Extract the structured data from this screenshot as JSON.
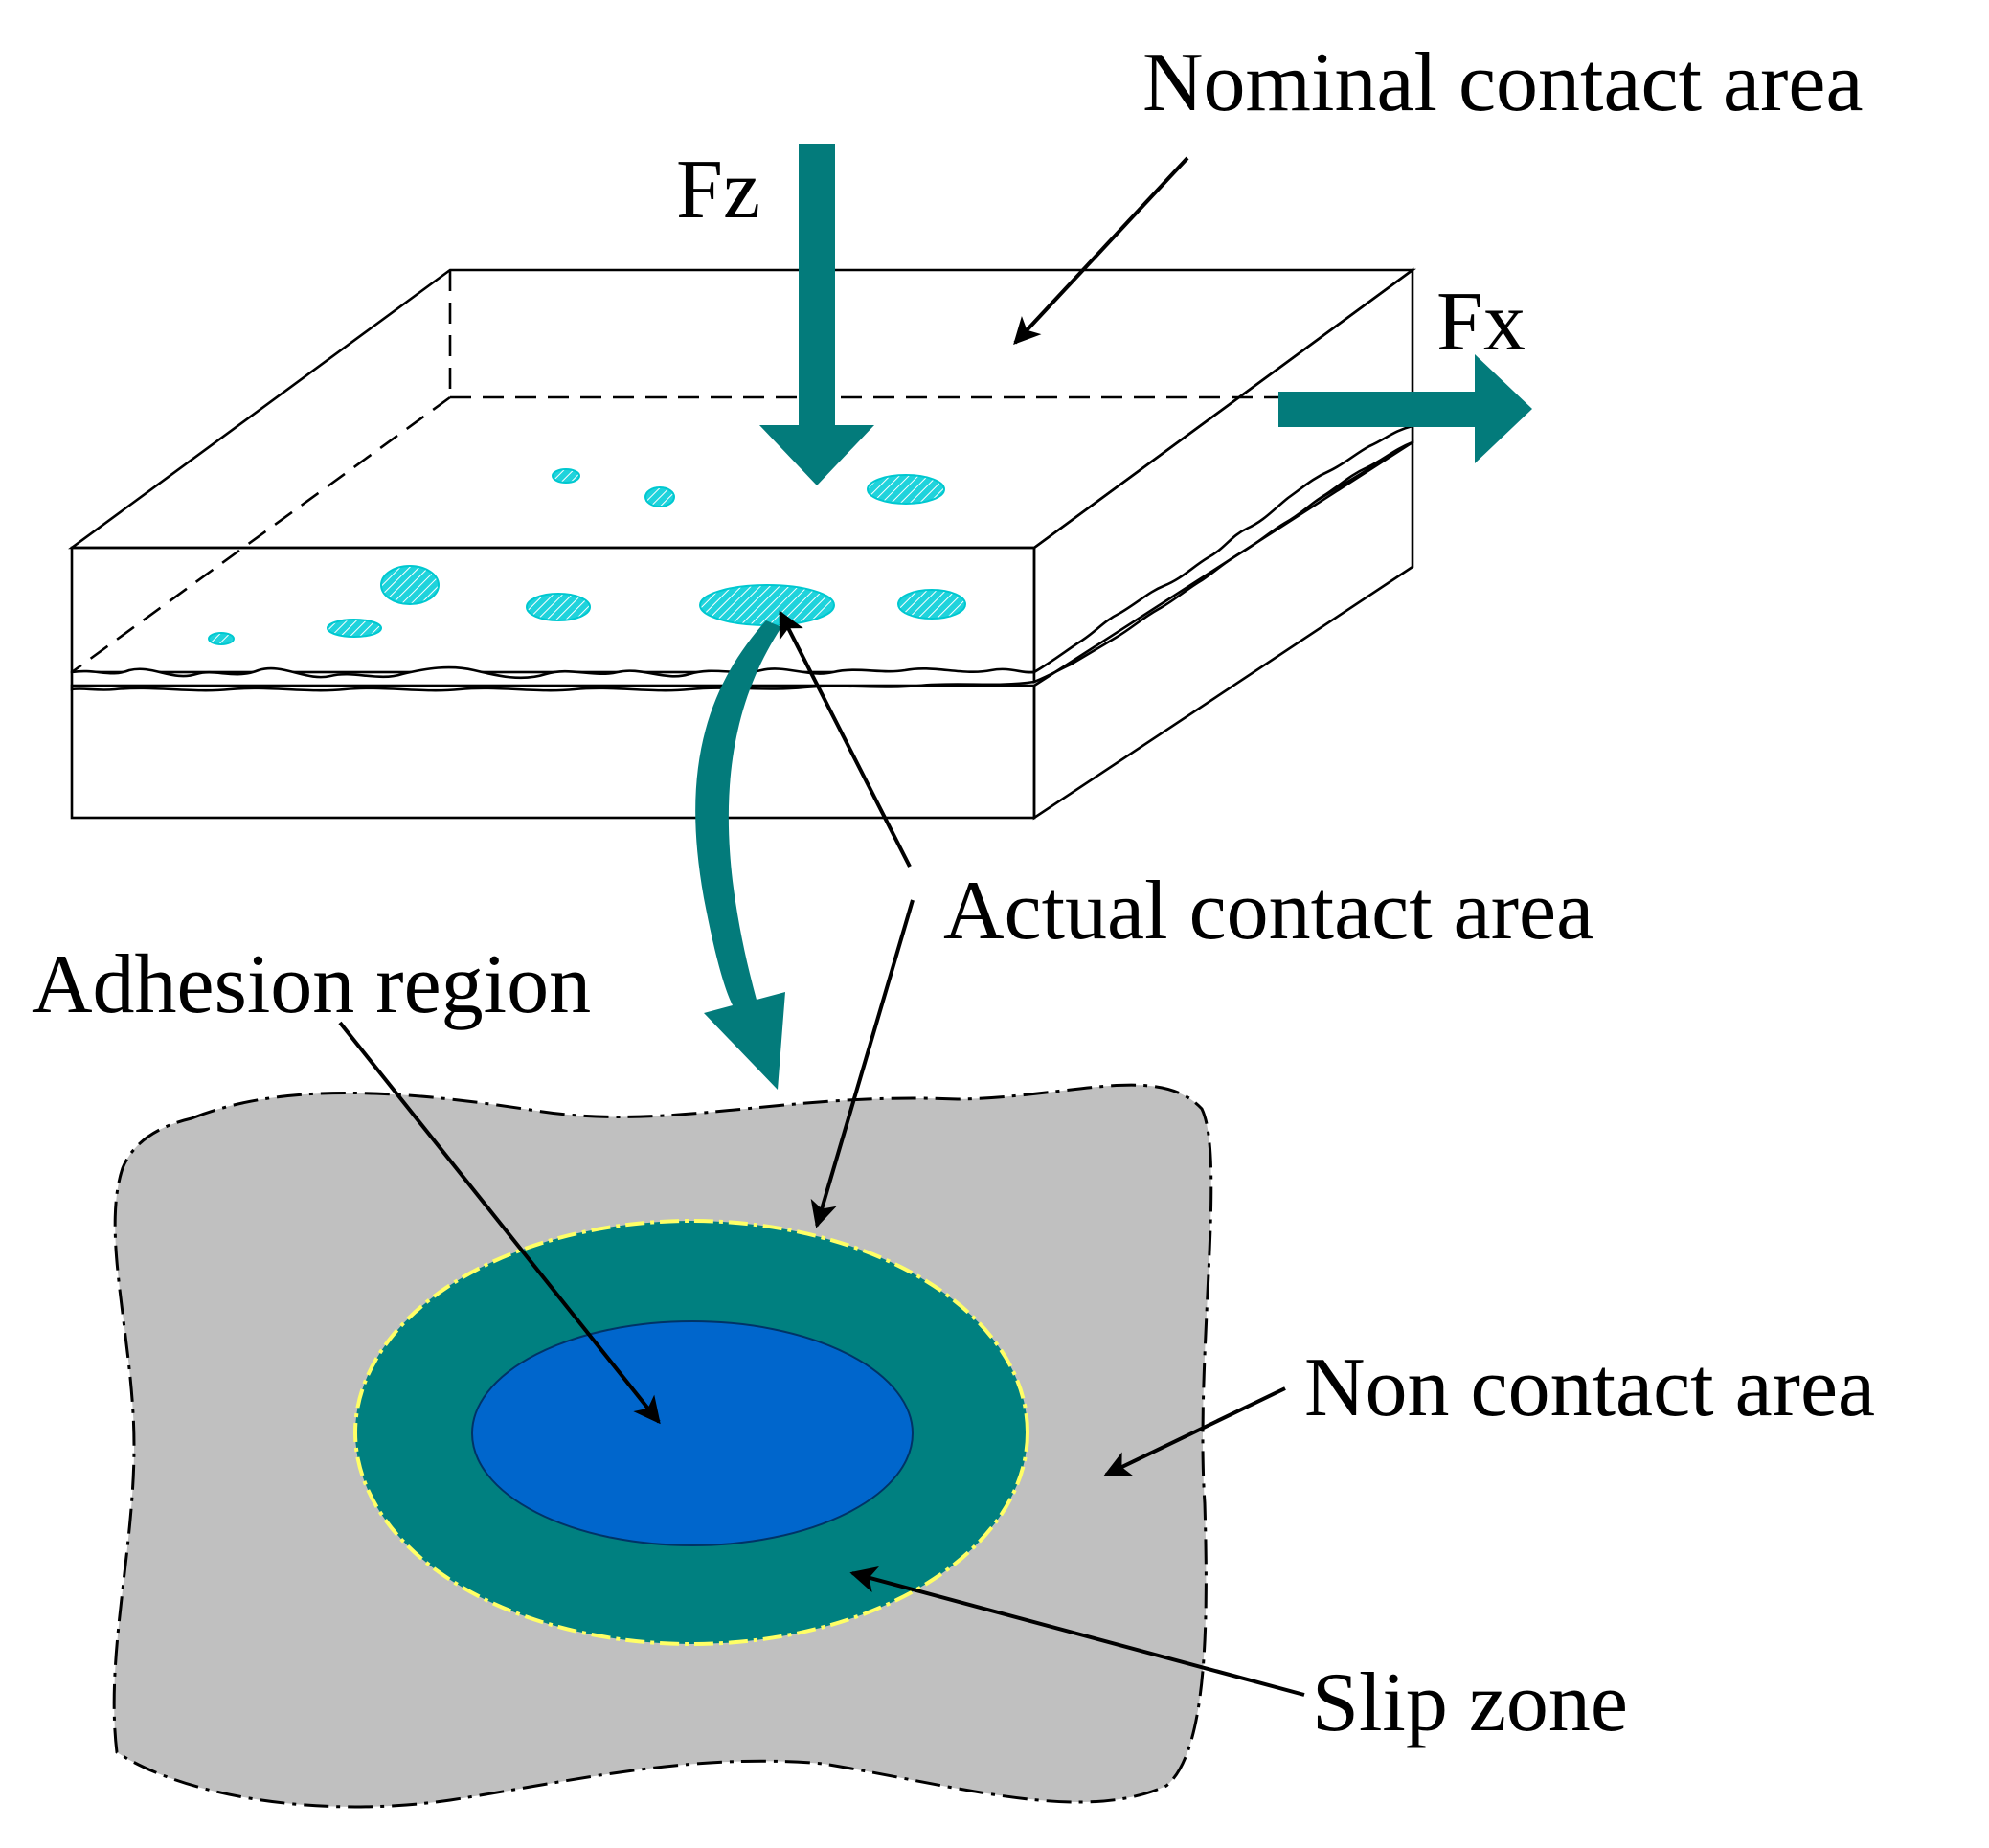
{
  "labels": {
    "nominal_contact_area": "Nominal contact area",
    "fz": "Fz",
    "fx": "Fx",
    "actual_contact_area": "Actual contact area",
    "adhesion_region": "Adhesion region",
    "non_contact_area": "Non contact area",
    "slip_zone": "Slip zone"
  },
  "colors": {
    "force_arrow": "#037b7b",
    "contact_spot_fill": "#1fd3dc",
    "contact_spot_hatch": "#ffffff",
    "non_contact_fill": "#c0c0c0",
    "slip_zone_fill": "#008080",
    "slip_zone_outline": "#ffff66",
    "adhesion_fill": "#0066cc",
    "line": "#000000",
    "background": "#ffffff"
  }
}
